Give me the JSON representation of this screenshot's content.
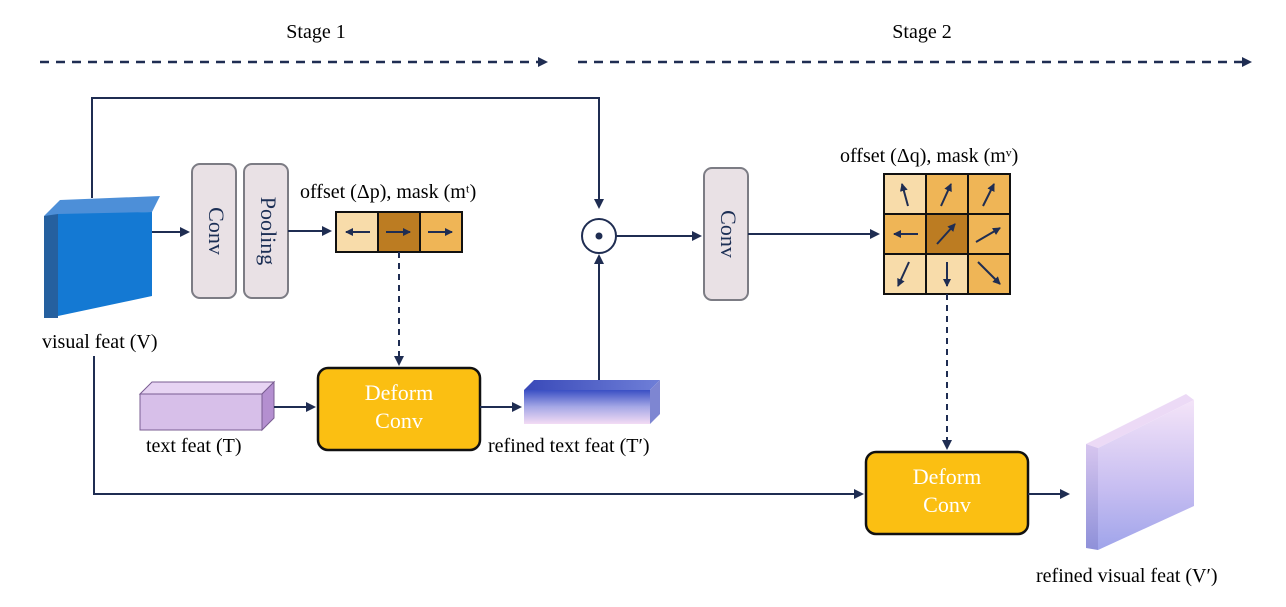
{
  "stages": {
    "stage1": "Stage 1",
    "stage2": "Stage 2"
  },
  "blocks": {
    "conv1": "Conv",
    "pooling": "Pooling",
    "conv2": "Conv",
    "deform_conv_1_line1": "Deform",
    "deform_conv_1_line2": "Conv",
    "deform_conv_2_line1": "Deform",
    "deform_conv_2_line2": "Conv"
  },
  "labels": {
    "visual_feat": "visual feat (V)",
    "text_feat": "text feat (T)",
    "refined_text_feat": "refined text feat (T′)",
    "refined_visual_feat": "refined visual feat (V′)",
    "offset_mask_1": "offset (Δp), mask (mᵗ)",
    "offset_mask_2": "offset (Δq), mask (mᵛ)",
    "hadamard": "⊙"
  },
  "colors": {
    "line": "#1f2d52",
    "visual_feat_front": "#1479d3",
    "visual_feat_side": "#2c5f9c",
    "text_feat": "#d7bfe9",
    "deform_fill": "#fbbf12",
    "conv_block": "#e9e1e5",
    "cell_light": "#f8dcaa",
    "cell_mid": "#efb556",
    "cell_dark": "#bc7c22"
  }
}
